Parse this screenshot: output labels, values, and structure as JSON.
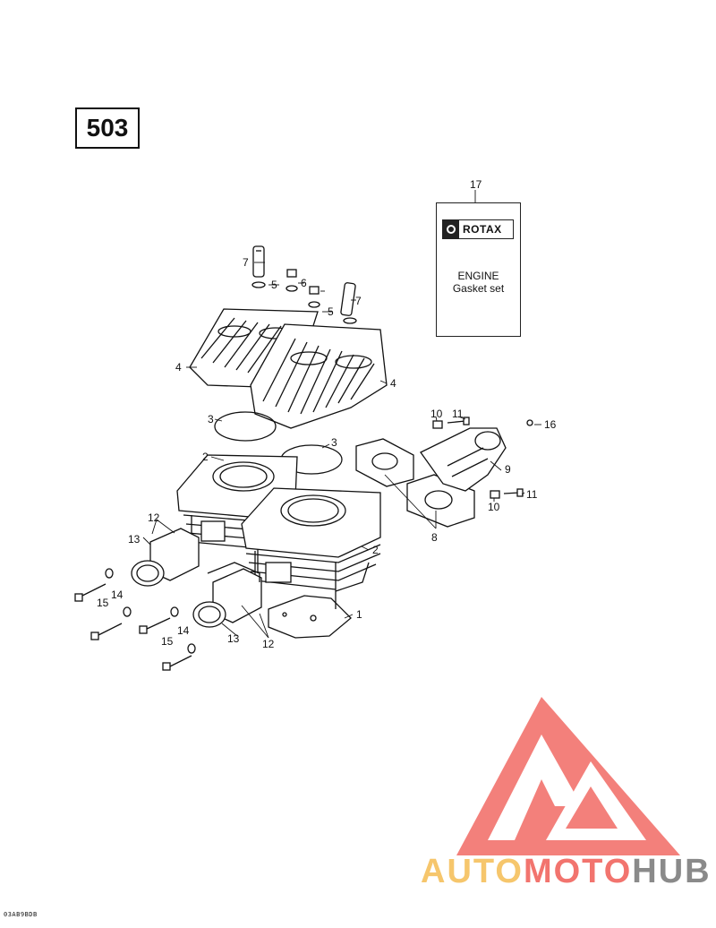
{
  "header": {
    "engine_code": "503"
  },
  "gasket_kit": {
    "brand": "ROTAX",
    "line1": "ENGINE",
    "line2": "Gasket set"
  },
  "callouts": {
    "c1": "1",
    "c2a": "2",
    "c2b": "2",
    "c3a": "3",
    "c3b": "3",
    "c4a": "4",
    "c4b": "4",
    "c5a": "5",
    "c5b": "5",
    "c6": "6",
    "c7a": "7",
    "c7b": "7",
    "c8": "8",
    "c9": "9",
    "c10a": "10",
    "c10b": "10",
    "c11a": "11",
    "c11b": "11",
    "c12a": "12",
    "c12b": "12",
    "c13a": "13",
    "c13b": "13",
    "c14a": "14",
    "c14b": "14",
    "c15a": "15",
    "c15b": "15",
    "c16": "16",
    "c17": "17"
  },
  "footer": {
    "ref_code": "03AB9BDB"
  },
  "watermark": {
    "part1": "AUTO",
    "part2": "MOTO",
    "part3": "HUB",
    "colors": {
      "auto": "#f6c66c",
      "moto": "#f2746e",
      "hub": "#8a8a8a",
      "logo": "#f26b65"
    }
  },
  "colors": {
    "line": "#111111"
  }
}
